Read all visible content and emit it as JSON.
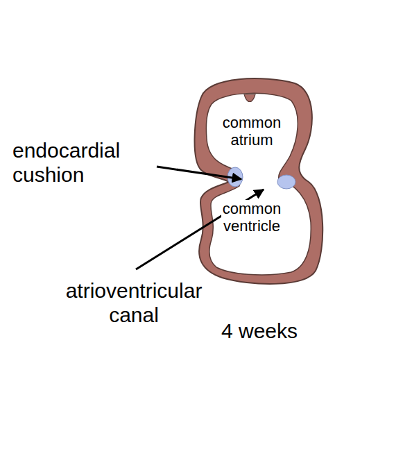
{
  "diagram": {
    "labels": [
      "common atrium",
      "endocardial cushion",
      "common ventricle",
      "atrioventricular canal",
      "4 weeks"
    ]
  }
}
